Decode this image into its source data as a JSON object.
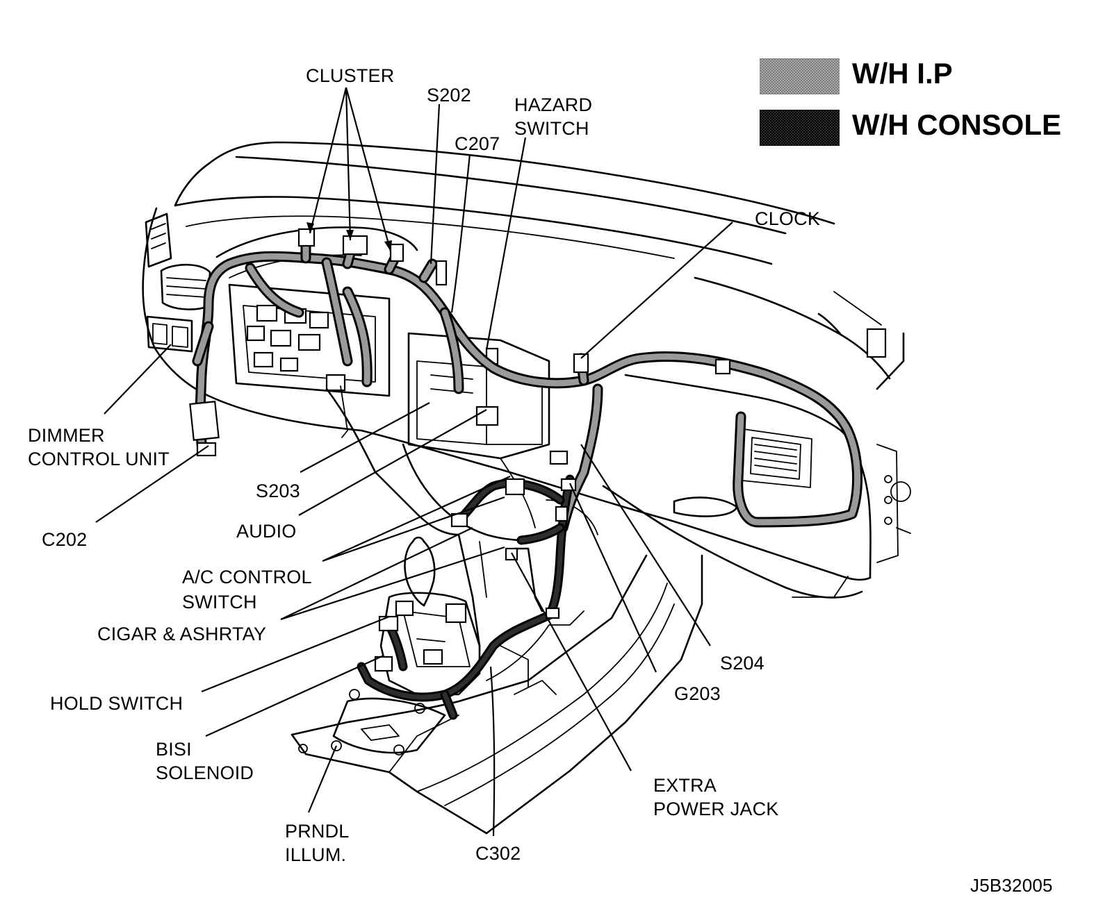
{
  "legend": {
    "ip_label": "W/H I.P",
    "console_label": "W/H CONSOLE",
    "ip_color": "#9a9a9a",
    "console_color": "#2e2e2e"
  },
  "labels": {
    "cluster": "CLUSTER",
    "s202": "S202",
    "hazard_line1": "HAZARD",
    "hazard_line2": "SWITCH",
    "c207": "C207",
    "clock": "CLOCK",
    "dimmer_line1": "DIMMER",
    "dimmer_line2": "CONTROL UNIT",
    "s203": "S203",
    "c202": "C202",
    "audio": "AUDIO",
    "ac_line1": "A/C CONTROL",
    "ac_line2": "SWITCH",
    "cigar": "CIGAR & ASHRTAY",
    "hold": "HOLD SWITCH",
    "bisi_line1": "BISI",
    "bisi_line2": "SOLENOID",
    "prndl_line1": "PRNDL",
    "prndl_line2": "ILLUM.",
    "c302": "C302",
    "extra_line1": "EXTRA",
    "extra_line2": "POWER JACK",
    "g203": "G203",
    "s204": "S204"
  },
  "figure_id": "J5B32005"
}
